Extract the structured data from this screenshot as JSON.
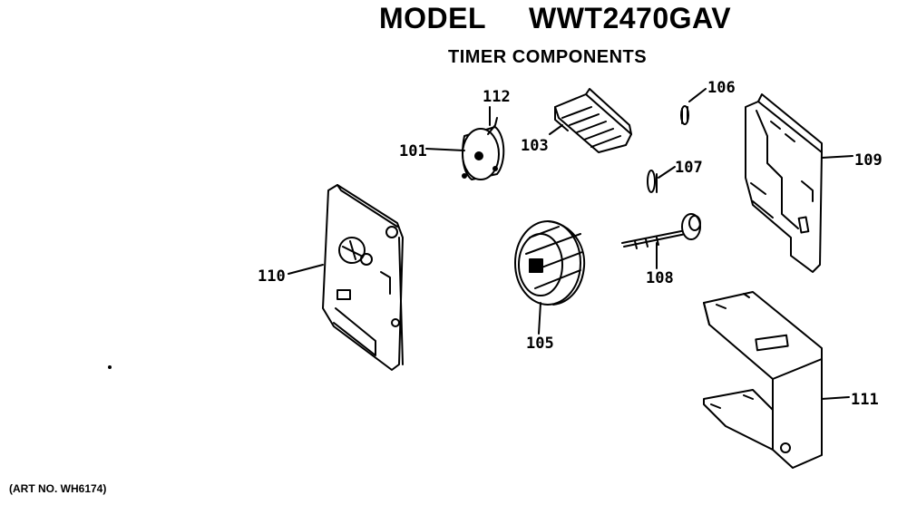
{
  "header": {
    "model_label": "MODEL",
    "model_number": "WWT2470GAV",
    "subtitle": "TIMER COMPONENTS"
  },
  "footer": {
    "art_no": "(ART NO. WH6174)"
  },
  "parts": [
    {
      "id": "101",
      "icon": "timer-motor-icon"
    },
    {
      "id": "103",
      "icon": "contact-block-icon"
    },
    {
      "id": "105",
      "icon": "cam-drum-icon"
    },
    {
      "id": "106",
      "icon": "clip-icon"
    },
    {
      "id": "107",
      "icon": "clip-icon"
    },
    {
      "id": "108",
      "icon": "shaft-icon"
    },
    {
      "id": "109",
      "icon": "bracket-icon"
    },
    {
      "id": "110",
      "icon": "frame-plate-icon"
    },
    {
      "id": "111",
      "icon": "cover-bracket-icon"
    },
    {
      "id": "112",
      "icon": "motor-lead-icon"
    }
  ]
}
